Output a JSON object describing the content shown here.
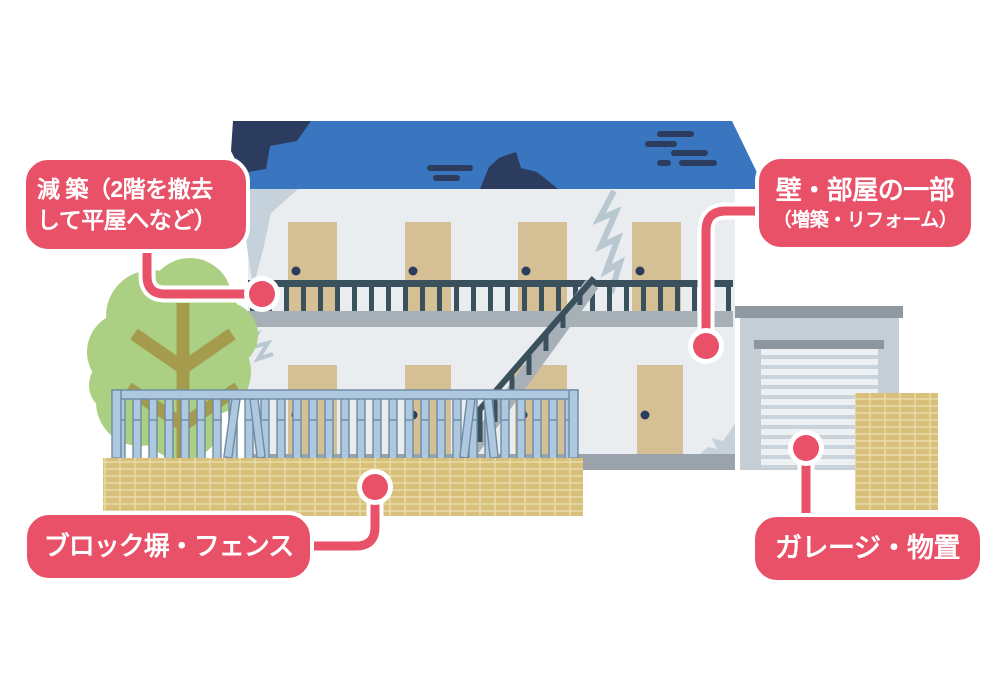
{
  "illustration": {
    "description": "2階建てアパートのリフォーム対象箇所を示す図解",
    "colors": {
      "accent_pink": "#E85168",
      "roof_blue": "#3A76C0",
      "roof_damage_navy": "#2B3C5E",
      "wall_gray": "#E9EDF0",
      "wall_shadow": "#C5D2DB",
      "crack_gray": "#B9C7D1",
      "door_tan": "#D4C094",
      "door_knob_navy": "#2B3C5E",
      "railing_dark": "#3A505C",
      "slab_gray": "#A8B0B7",
      "base_gray": "#9AA3AB",
      "fence_blue": "#AEC9DF",
      "fence_outline": "#6E8BA3",
      "block_wall_tan": "#D8C07B",
      "block_grid_line": "#EADDAC",
      "tree_green": "#ABD083",
      "trunk_olive": "#A59B4D",
      "garage_body_gray": "#C6CED5",
      "garage_cap_gray": "#8F99A1",
      "shutter_light": "#EEF1F4",
      "shutter_stripe": "#CBD3DA",
      "background": "#FFFFFF"
    }
  },
  "callouts": {
    "reduction": {
      "line1": "減 築（2階を撤去",
      "line2": "して平屋へなど）"
    },
    "wall_room": {
      "line1": "壁・部屋の一部",
      "line2": "（増築・リフォーム）"
    },
    "block_fence": {
      "line1": "ブロック塀・フェンス"
    },
    "garage_shed": {
      "line1": "ガレージ・物置"
    }
  }
}
